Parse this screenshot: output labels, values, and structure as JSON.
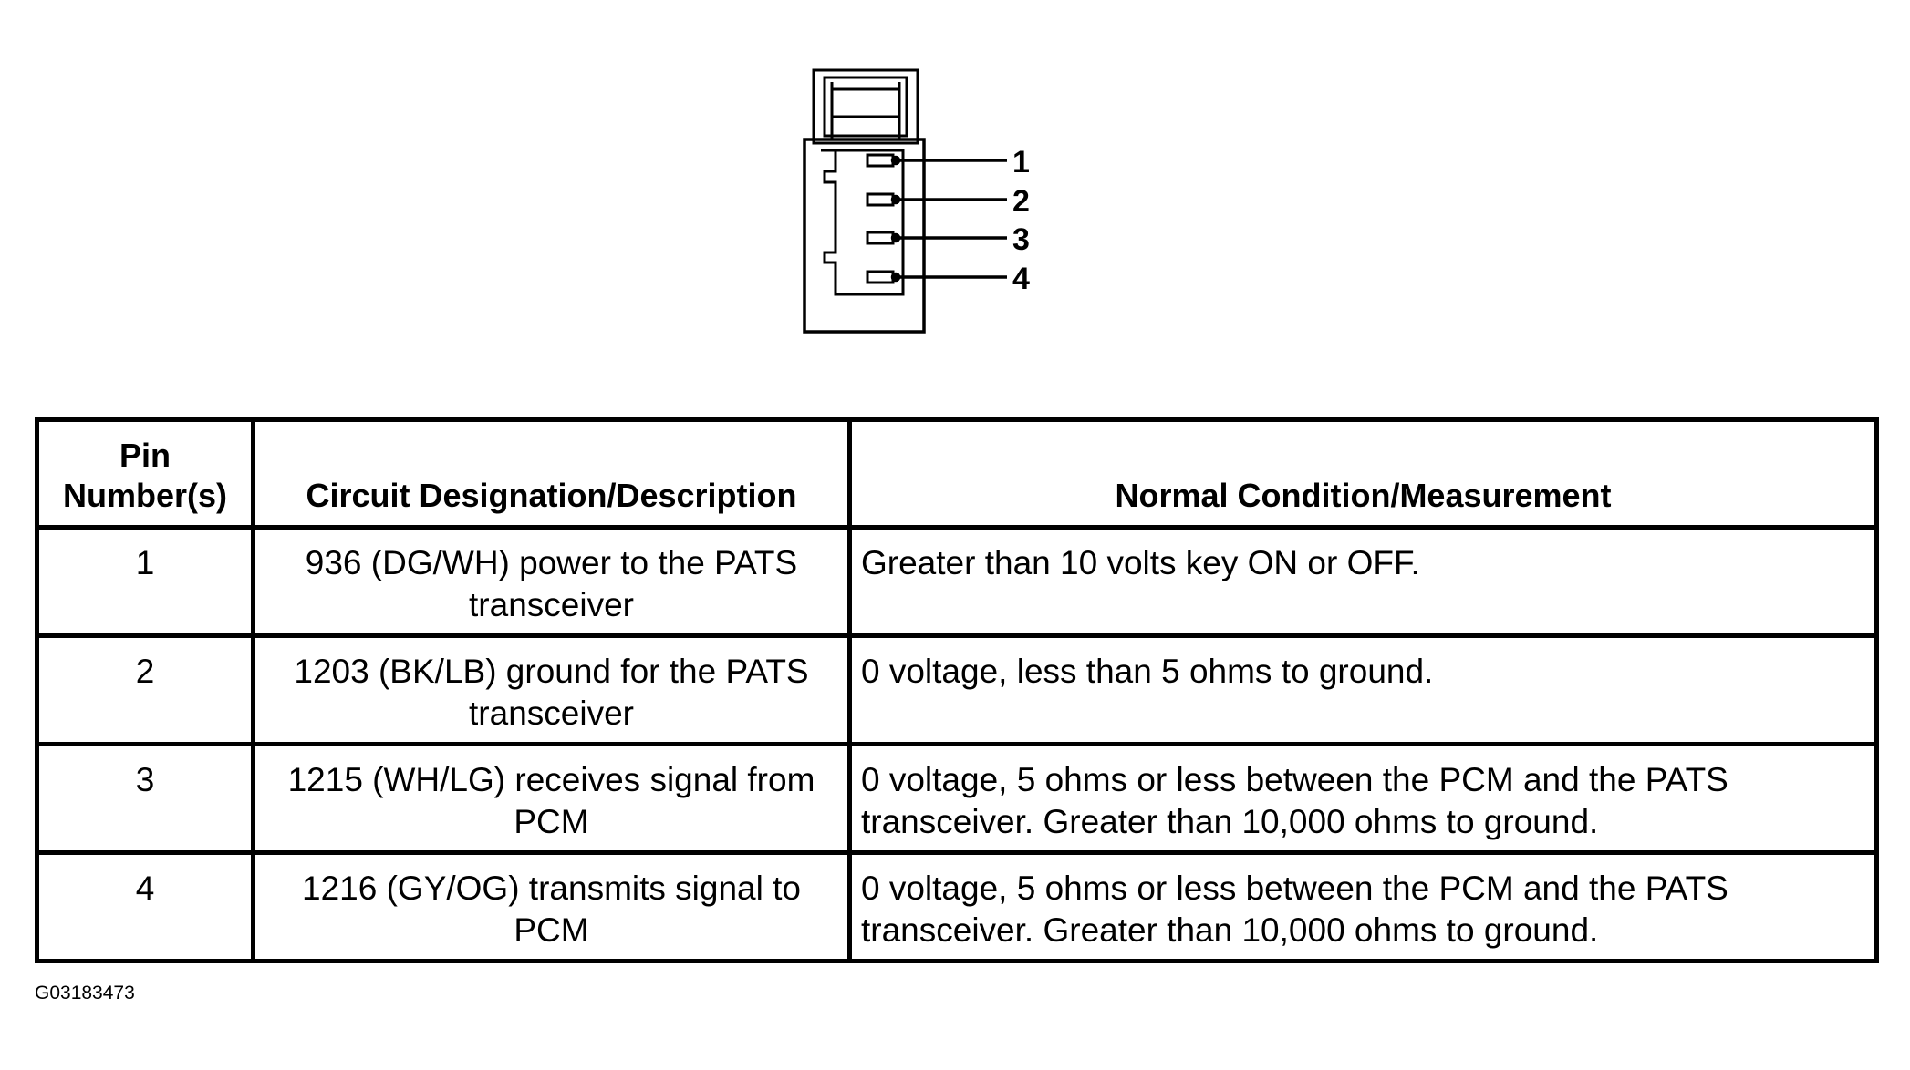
{
  "connector": {
    "pins": [
      "1",
      "2",
      "3",
      "4"
    ]
  },
  "table": {
    "headers": [
      "Pin Number(s)",
      "Circuit Designation/Description",
      "Normal Condition/Measurement"
    ],
    "rows": [
      {
        "pin": "1",
        "circuit": "936 (DG/WH) power to the PATS transceiver",
        "measurement": "Greater than 10 volts key ON or OFF."
      },
      {
        "pin": "2",
        "circuit": "1203 (BK/LB) ground for the PATS transceiver",
        "measurement": "0 voltage, less than 5 ohms to ground."
      },
      {
        "pin": "3",
        "circuit": "1215 (WH/LG) receives signal from PCM",
        "measurement": "0 voltage, 5 ohms or less between the PCM and the PATS transceiver. Greater than 10,000 ohms to ground."
      },
      {
        "pin": "4",
        "circuit": "1216 (GY/OG) transmits signal to PCM",
        "measurement": "0 voltage, 5 ohms or less between the PCM and the PATS transceiver. Greater than 10,000 ohms to ground."
      }
    ]
  },
  "figure_id": "G03183473"
}
